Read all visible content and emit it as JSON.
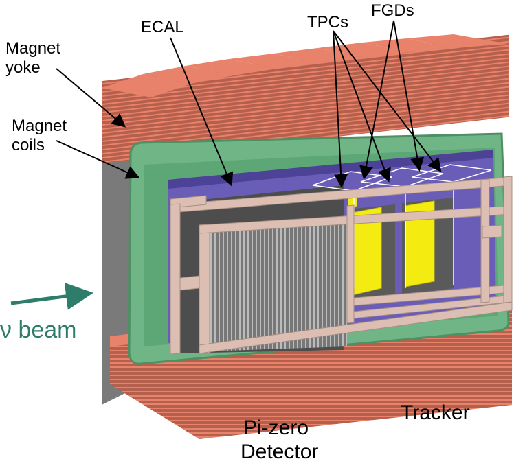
{
  "labels": {
    "magnet_yoke_1": "Magnet",
    "magnet_yoke_2": "yoke",
    "magnet_coils_1": "Magnet",
    "magnet_coils_2": "coils",
    "ecal": "ECAL",
    "tpcs": "TPCs",
    "fgds": "FGDs",
    "nu_beam": "ν beam",
    "pizero_1": "Pi-zero",
    "pizero_2": "Detector",
    "tracker": "Tracker"
  },
  "colors": {
    "yoke": "#e8826a",
    "yoke_dark": "#b5604d",
    "yoke_stripe": "#f0a08d",
    "yoke_side": "#7a7a7a",
    "coil": "#6fb585",
    "coil_dark": "#4e8f64",
    "inner": "#6a5db8",
    "inner_dark": "#4c4296",
    "frame": "#dcbfb2",
    "frame_dark": "#a78f85",
    "ecal_block": "#555555",
    "fgd": "#f4ec11",
    "beam": "#2e7d6b"
  }
}
